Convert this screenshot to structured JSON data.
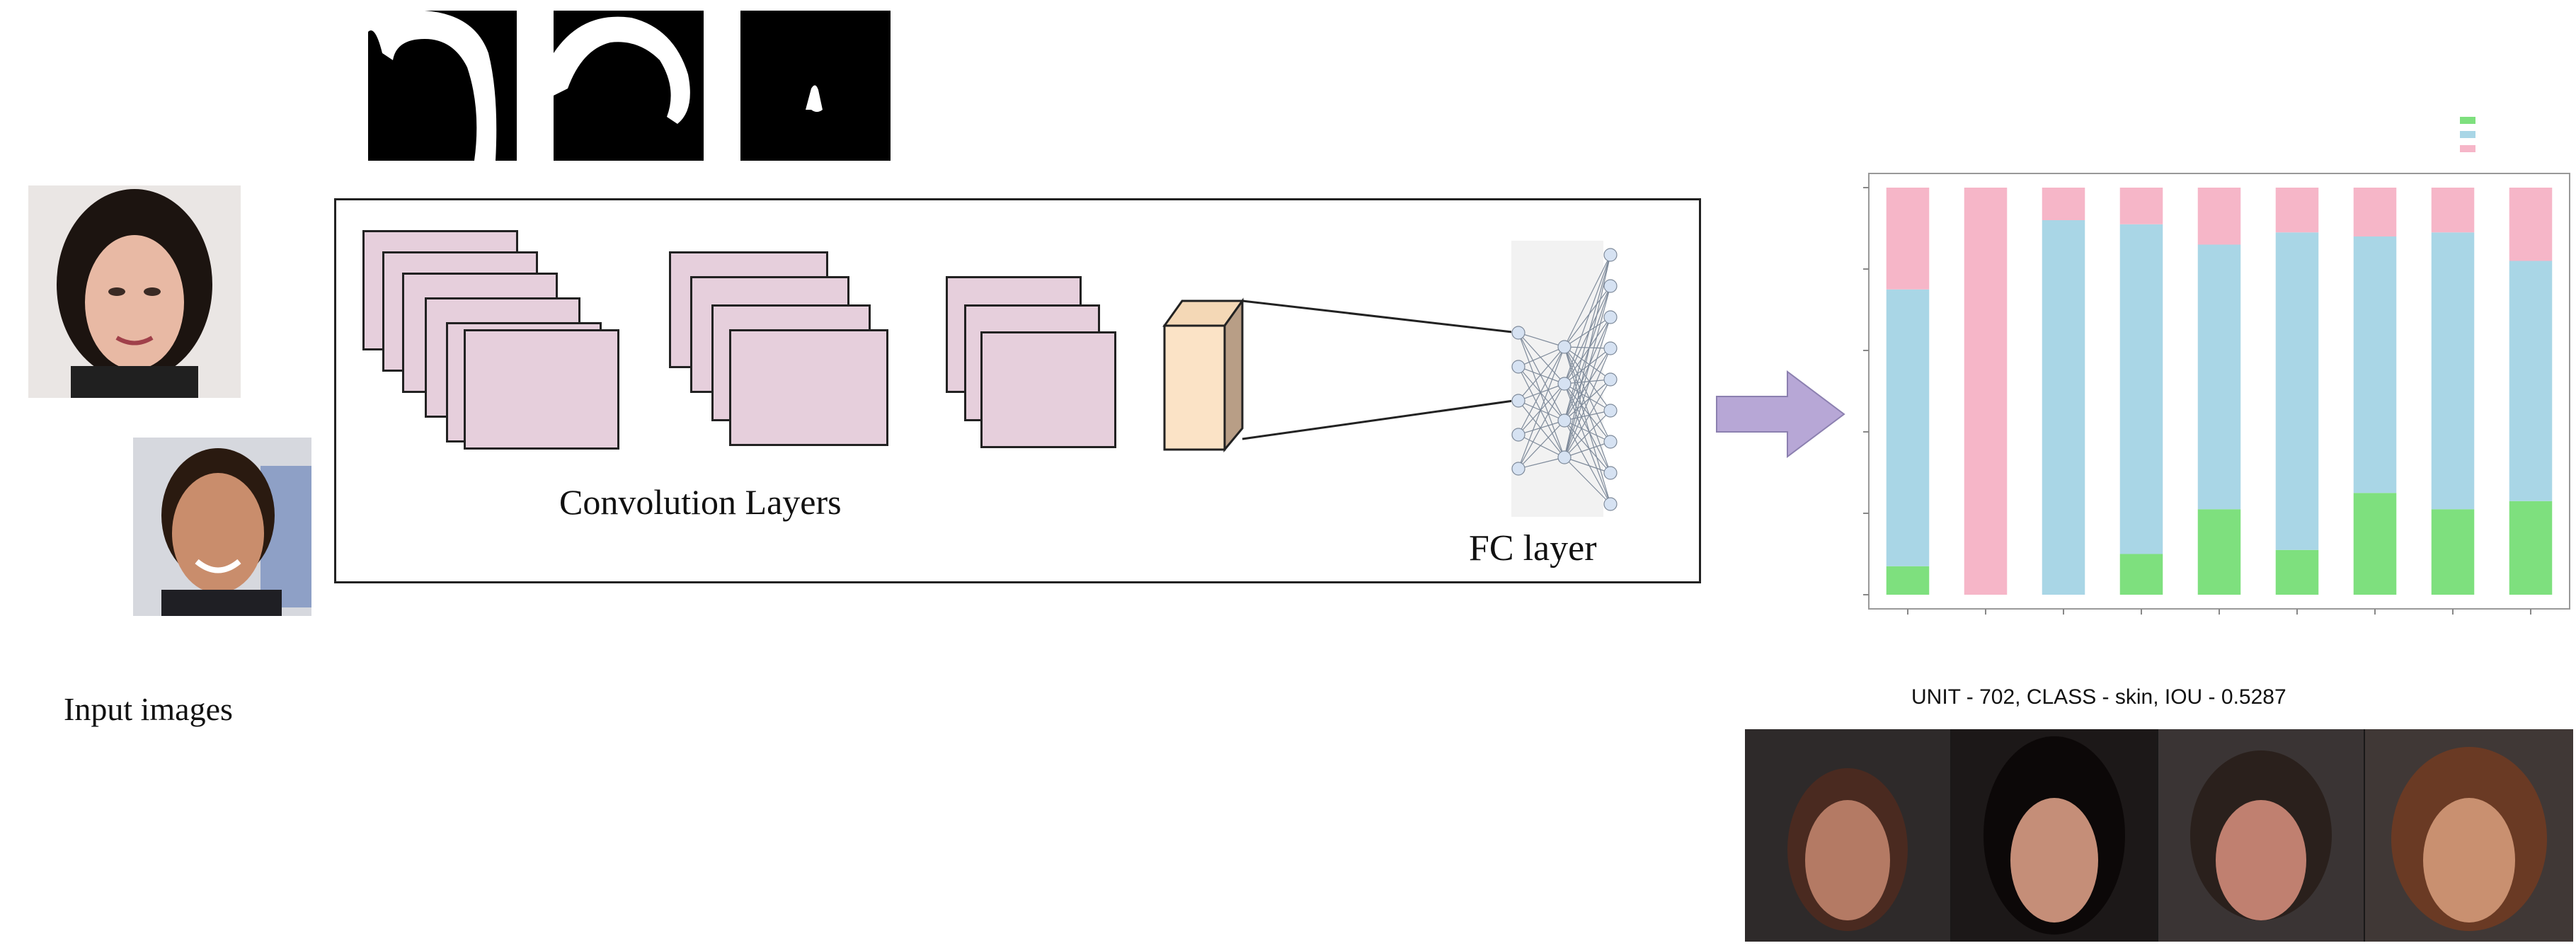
{
  "labels": {
    "conv_layers": "Convolution Layers",
    "fc_layer": "FC layer",
    "input_images": "Input images",
    "unit_caption": "UNIT - 702,  CLASS - skin, IOU - 0.5287"
  },
  "colors": {
    "feature_map": "#e6cfdc",
    "cube_front": "#fbe3c6",
    "cube_side": "#b89e86",
    "arrow": "#b7a7d6",
    "bar_green": "#7ee07e",
    "bar_blue": "#a9d6e6",
    "bar_pink": "#f6b6c8"
  },
  "icons": {
    "masks": [
      "mask-hair-icon",
      "mask-hair-icon",
      "mask-small-blob-icon"
    ],
    "arrow": "right-arrow-icon"
  },
  "chart_data": {
    "type": "bar",
    "stacked": true,
    "categories": [
      "",
      "",
      "",
      "",
      "",
      "",
      "",
      "",
      ""
    ],
    "ylim": [
      0,
      100
    ],
    "series": [
      {
        "values": [
          7,
          0,
          0,
          10,
          21,
          11,
          25,
          21,
          23
        ]
      },
      {
        "values": [
          68,
          0,
          92,
          81,
          65,
          78,
          63,
          68,
          59
        ]
      },
      {
        "values": [
          25,
          100,
          8,
          9,
          14,
          11,
          12,
          11,
          18
        ]
      }
    ]
  }
}
